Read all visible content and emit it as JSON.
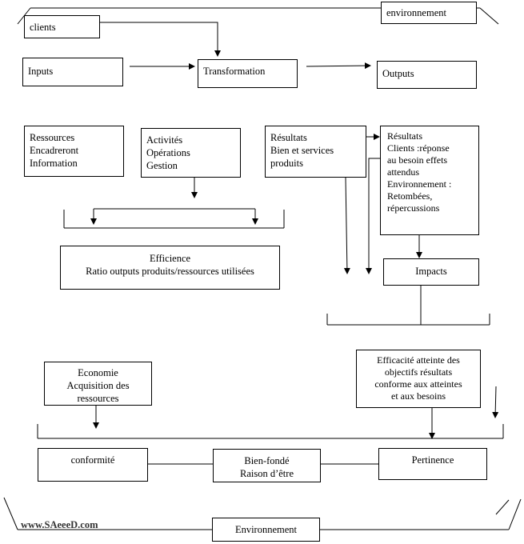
{
  "frame": {
    "top_label": "environnement",
    "bottom_label": "Environnement",
    "watermark": "www.SAeeeD.com"
  },
  "row1": {
    "clients": "clients",
    "inputs": "Inputs",
    "transformation": "Transformation",
    "outputs": "Outputs"
  },
  "row2": {
    "ressources": "Ressources\nEncadreront\nInformation",
    "activites": "Activités\nOpérations\nGestion",
    "resultats_biens": "Résultats\nBien et services\nproduits",
    "resultats_clients": "Résultats\nClients :réponse\nau besoin effets\nattendus\nEnvironnement :\nRetombées,\nrépercussions"
  },
  "row3": {
    "efficience": "Efficience\nRatio outputs produits/ressources  utilisées",
    "impacts": "Impacts"
  },
  "row4": {
    "economie": "Economie\nAcquisition des\nressources",
    "efficacite": "Efficacité atteinte des\nobjectifs résultats\nconforme aux atteintes\net aux besoins"
  },
  "row5": {
    "conformite": "conformité",
    "bien_fonde": "Bien-fondé\nRaison d’être",
    "pertinence": "Pertinence"
  }
}
